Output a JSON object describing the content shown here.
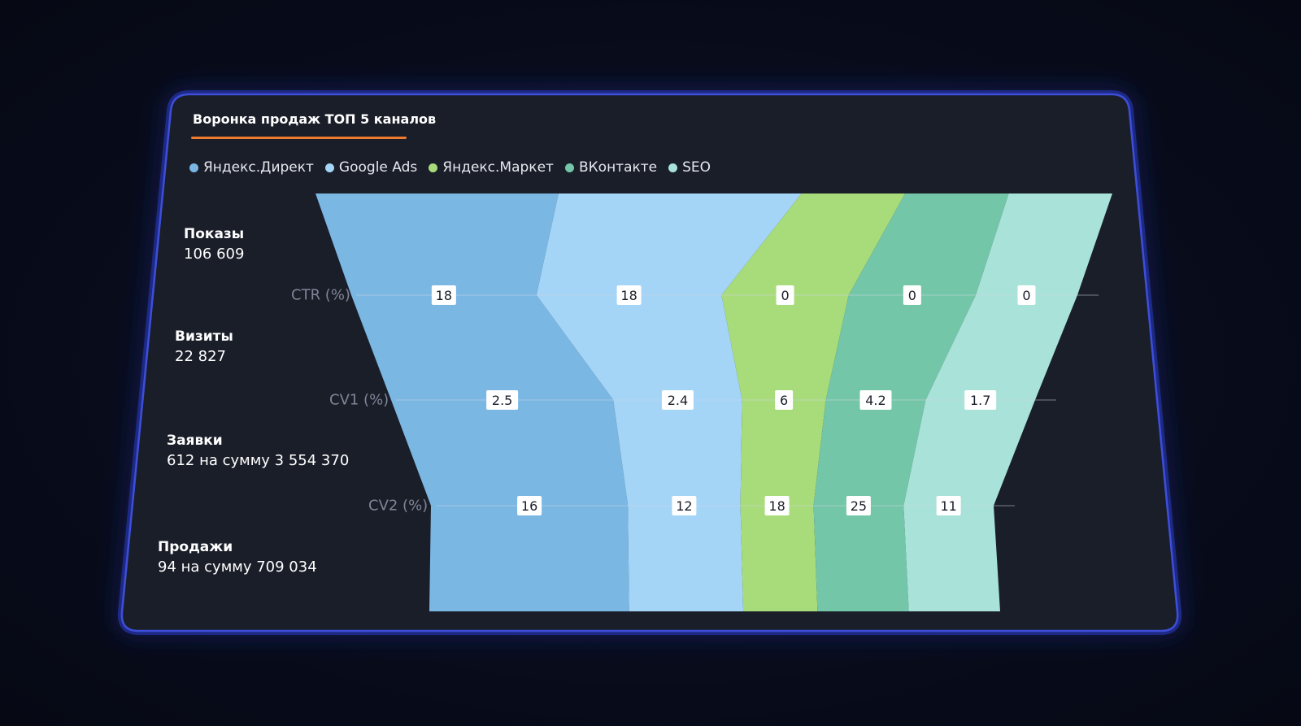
{
  "chart_data": {
    "type": "funnel",
    "title": "Воронка продаж ТОП 5 каналов",
    "series": [
      {
        "name": "Яндекс.Директ",
        "color": "#7bb7e3",
        "shares": [
          0.305,
          0.255,
          0.345,
          0.35
        ]
      },
      {
        "name": "Google Ads",
        "color": "#a4d4f6",
        "shares": [
          0.305,
          0.255,
          0.2,
          0.2
        ]
      },
      {
        "name": "Яндекс.Маркет",
        "color": "#a8dc7a",
        "shares": [
          0.13,
          0.175,
          0.13,
          0.13
        ]
      },
      {
        "name": "ВКонтакте",
        "color": "#74c6a8",
        "shares": [
          0.13,
          0.175,
          0.155,
          0.16
        ]
      },
      {
        "name": "SEO",
        "color": "#a8e2d8",
        "shares": [
          0.13,
          0.14,
          0.17,
          0.16
        ]
      }
    ],
    "stages": [
      {
        "name": "Показы",
        "value": "106 609"
      },
      {
        "name": "Визиты",
        "value": "22 827"
      },
      {
        "name": "Заявки",
        "value": "612 на сумму 3 554 370"
      },
      {
        "name": "Продажи",
        "value": "94 на сумму 709 034"
      }
    ],
    "rates": [
      {
        "name": "CTR (%)",
        "values": [
          "18",
          "18",
          "0",
          "0",
          "0"
        ]
      },
      {
        "name": "CV1 (%)",
        "values": [
          "2.5",
          "2.4",
          "6",
          "4.2",
          "1.7"
        ]
      },
      {
        "name": "CV2 (%)",
        "values": [
          "16",
          "12",
          "18",
          "25",
          "11"
        ]
      }
    ]
  }
}
